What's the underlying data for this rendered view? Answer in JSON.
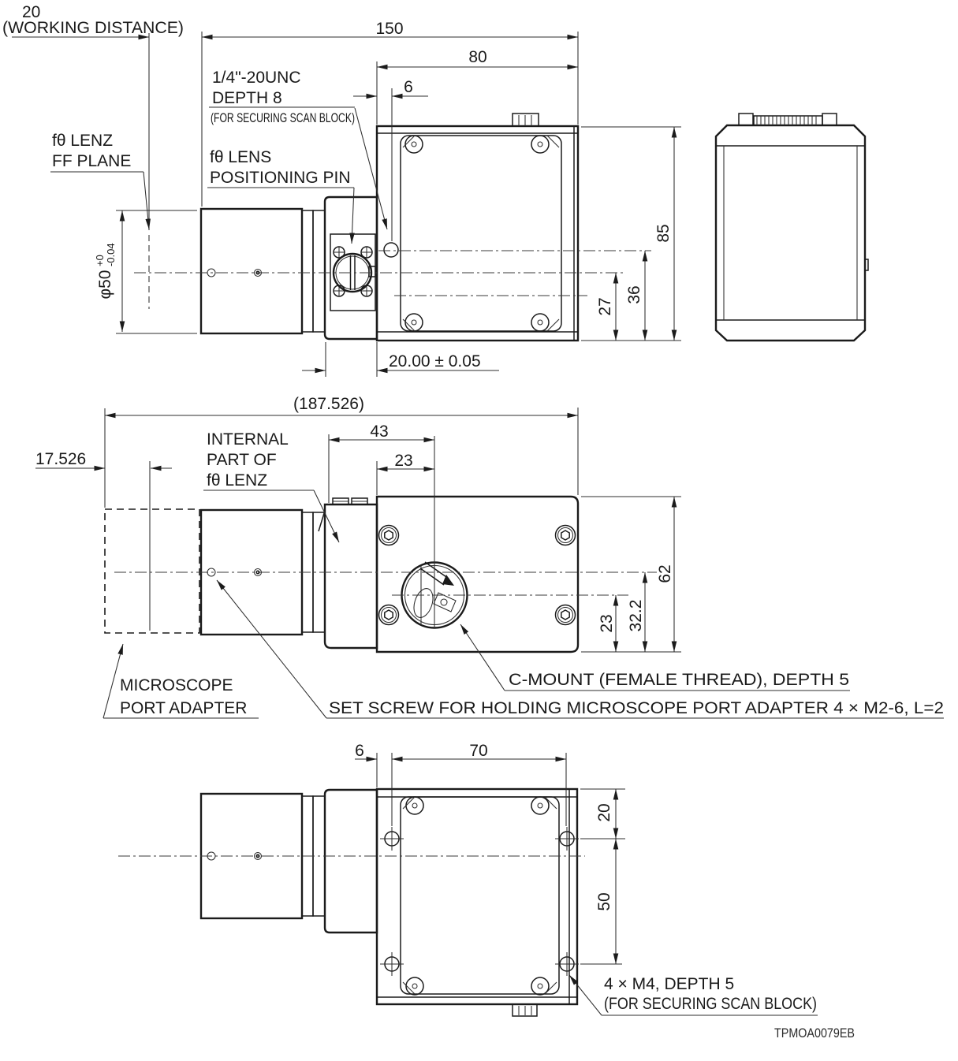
{
  "drawing_code": "TPMOA0079EB",
  "top_view": {
    "working_distance_value": "20",
    "working_distance_caption": "(WORKING DISTANCE)",
    "dim_150": "150",
    "dim_80": "80",
    "dim_6": "6",
    "thread_note_line1": "1/4\"-20UNC",
    "thread_note_line2": "DEPTH 8",
    "thread_note_line3": "(FOR SECURING SCAN BLOCK)",
    "ff_plane_line1": "fθ LENZ",
    "ff_plane_line2": "FF PLANE",
    "positioning_pin_line1": "fθ LENS",
    "positioning_pin_line2": "POSITIONING PIN",
    "dia_label": "φ50",
    "dia_tol_upper": "+0",
    "dia_tol_lower": "-0.04",
    "dim_85": "85",
    "dim_36": "36",
    "dim_27": "27",
    "dim_20_tol": "20.00 ± 0.05"
  },
  "middle_view": {
    "dim_overall": "(187.526)",
    "dim_17_526": "17.526",
    "dim_43": "43",
    "dim_23_top": "23",
    "internal_note_line1": "INTERNAL",
    "internal_note_line2": "PART OF",
    "internal_note_line3": "fθ LENZ",
    "dim_62": "62",
    "dim_32_2": "32.2",
    "dim_23_right": "23",
    "cmount_note": "C-MOUNT (FEMALE THREAD), DEPTH 5",
    "set_screw_note": "SET SCREW FOR HOLDING MICROSCOPE PORT ADAPTER 4 × M2-6, L=2",
    "adapter_note_line1": "MICROSCOPE",
    "adapter_note_line2": "PORT ADAPTER"
  },
  "bottom_view": {
    "dim_6": "6",
    "dim_70": "70",
    "dim_20": "20",
    "dim_50": "50",
    "m4_note_line1": "4 × M4, DEPTH 5",
    "m4_note_line2": "(FOR SECURING SCAN BLOCK)"
  }
}
